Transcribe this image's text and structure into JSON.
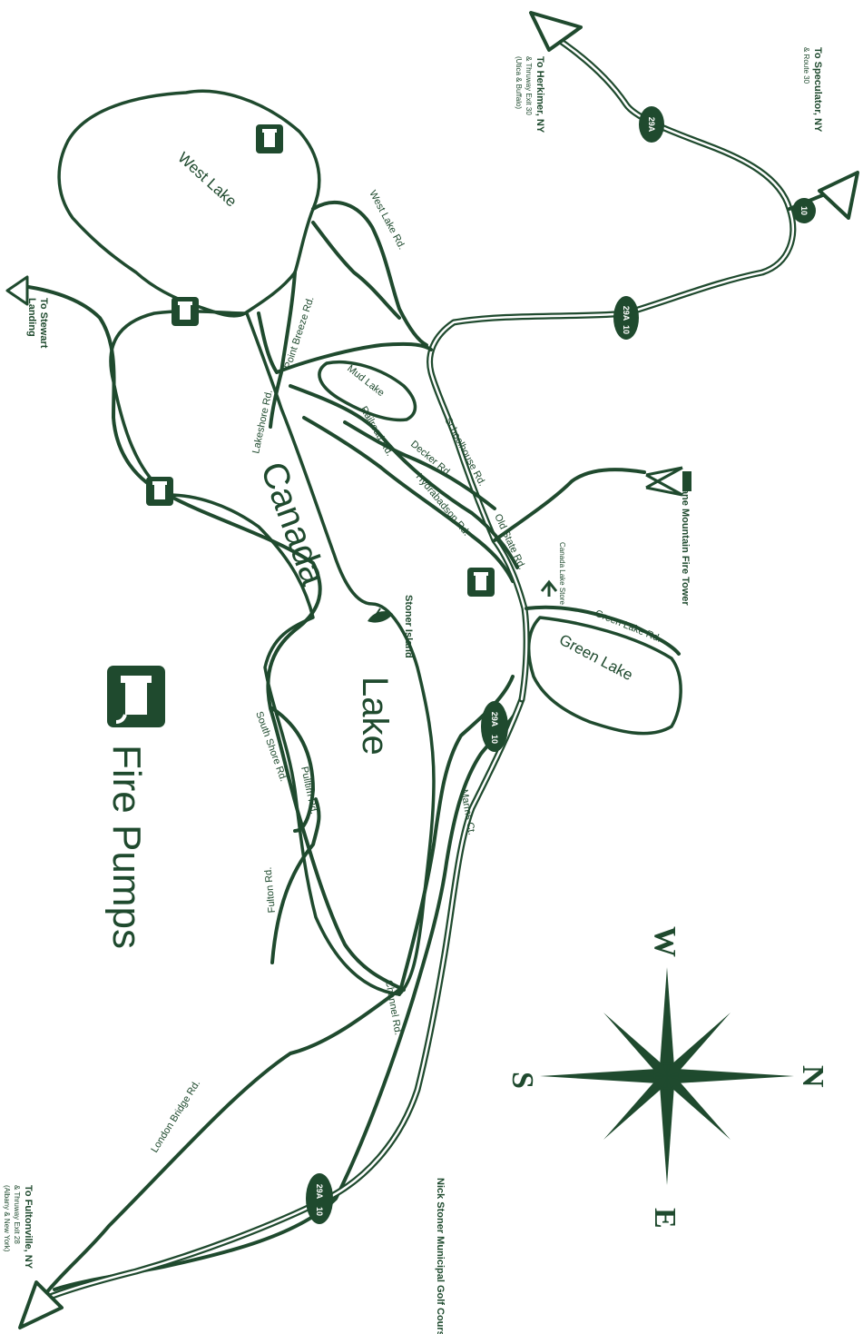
{
  "legend": {
    "title": "Fire Pumps"
  },
  "lakes": {
    "canada": "Canada",
    "canada_suffix": "Lake",
    "west": "West Lake",
    "green": "Green Lake",
    "mud": "Mud Lake"
  },
  "roads": {
    "west_lake_rd": "West Lake Rd.",
    "point_breeze_rd": "Point Breeze Rd.",
    "lakeshore_rd": "Lakeshore Rd.",
    "railroad_rd": "Railroad Rd.",
    "schoolhouse_rd": "Schoolhouse Rd.",
    "decker_rd": "Decker Rd.",
    "hydrabad_rd": "Hydrabadson Rd.",
    "old_state_rd": "Old State Rd.",
    "green_lake_rd": "Green Lake Rd.",
    "south_shore_rd": "South Shore Rd.",
    "pulltim_rd": "Pulltim Rd.",
    "fulton_rd": "Fulton Rd.",
    "channel_rd": "Channel Rd.",
    "london_bridge_rd": "London Bridge Rd.",
    "marms_ct": "Marms Ct."
  },
  "places": {
    "stoner_island": "Stoner Island",
    "kane_mountain": "Kane Mountain Fire Tower",
    "canada_lake_store": "Canada Lake Store",
    "nick_stoner": "Nick Stoner Municipal Golf Course"
  },
  "destinations": {
    "speculator": {
      "title": "To Speculator, NY",
      "sub": "& Route 30"
    },
    "herkimer": {
      "title": "To Herkimer, NY",
      "sub1": "& Thruway Exit 30",
      "sub2": "(Utica & Buffalo)"
    },
    "stewart": {
      "title1": "To Stewart",
      "title2": "Landing"
    },
    "fultonville": {
      "title": "To Fultonville, NY",
      "sub1": "& Thruway Exit 28",
      "sub2": "(Albany & New York)"
    }
  },
  "route_shields": [
    "29A",
    "10",
    "29A",
    "10",
    "29A",
    "10",
    "29A",
    "10"
  ],
  "compass": {
    "n": "N",
    "s": "S",
    "e": "E",
    "w": "W"
  },
  "colors": {
    "ink": "#1f4a2e",
    "background": "#ffffff"
  },
  "icons": [
    "fire-pump-icon",
    "fire-tower-icon",
    "store-icon",
    "island-icon",
    "compass-rose-icon"
  ]
}
